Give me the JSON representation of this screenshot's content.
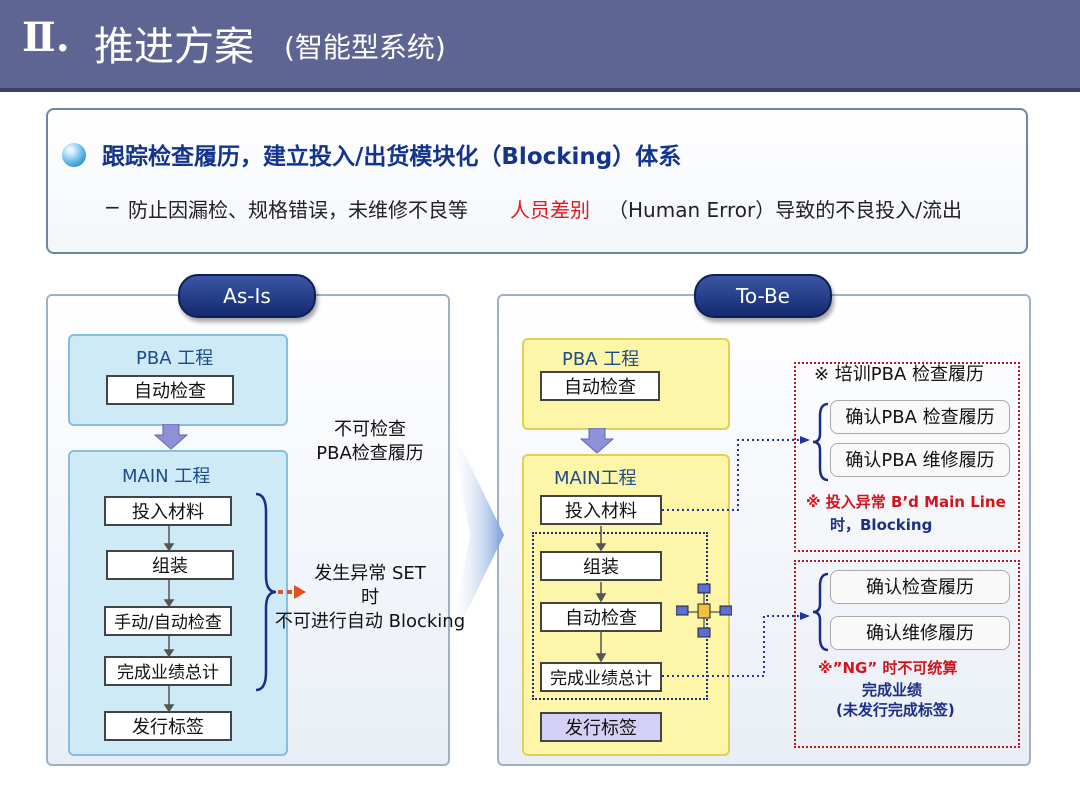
{
  "header": {
    "numeral": "Ⅱ.",
    "title": "推进方案",
    "subtitle": "(智能型系统)"
  },
  "summary": {
    "headline": "跟踪检查履历，建立投入/出货模块化（Blocking）体系",
    "dash": "−",
    "detail_prefix": "防止因漏检、规格错误，未维修不良等",
    "detail_highlight": "人员差别",
    "detail_suffix": "（Human Error）导致的不良投入/流出"
  },
  "as_is": {
    "tab": "As-Is",
    "pba_label": "PBA 工程",
    "pba_step": "自动检查",
    "main_label": "MAIN 工程",
    "steps": [
      "投入材料",
      "组装",
      "手动/自动检查",
      "完成业绩总计",
      "发行标签"
    ],
    "note_top_line1": "不可检查",
    "note_top_line2": "PBA检查履历",
    "note_bottom_line1": "发生异常 SET",
    "note_bottom_line2": "时",
    "note_bottom_line3": "不可进行自动 Blocking"
  },
  "to_be": {
    "tab": "To-Be",
    "pba_label": "PBA 工程",
    "pba_step": "自动检查",
    "main_label": "MAIN工程",
    "steps": [
      "投入材料",
      "组装",
      "自动检查",
      "完成业绩总计",
      "发行标签"
    ],
    "upper_box": {
      "title": "※ 培训PBA 检查履历",
      "items": [
        "确认PBA 检查履历",
        "确认PBA 维修履历"
      ],
      "note_line1": "※ 投入异常 B’d Main Line",
      "note_line2": "时，Blocking"
    },
    "lower_box": {
      "items": [
        "确认检查履历",
        "确认维修履历"
      ],
      "note_line1_prefix": "※”",
      "note_line1_ng": "NG",
      "note_line1_suffix": "” 时不可统算",
      "note_line2": "完成业绩",
      "note_line3": "(未发行完成标签)"
    }
  },
  "colors": {
    "header_bg": "#5f6593",
    "headline": "#13338c",
    "highlight_red": "#e0191f",
    "tab_blue": "#1c3580",
    "stage_blue": "#cfeaf7",
    "stage_yellow": "#fdf5a8",
    "dotted_red": "#c0151c",
    "connector_blue": "#2233aa"
  },
  "icons": [
    "bullet-orb-icon",
    "network-computers-icon",
    "down-arrow-icon",
    "big-right-arrow-icon",
    "curly-brace-icon"
  ]
}
